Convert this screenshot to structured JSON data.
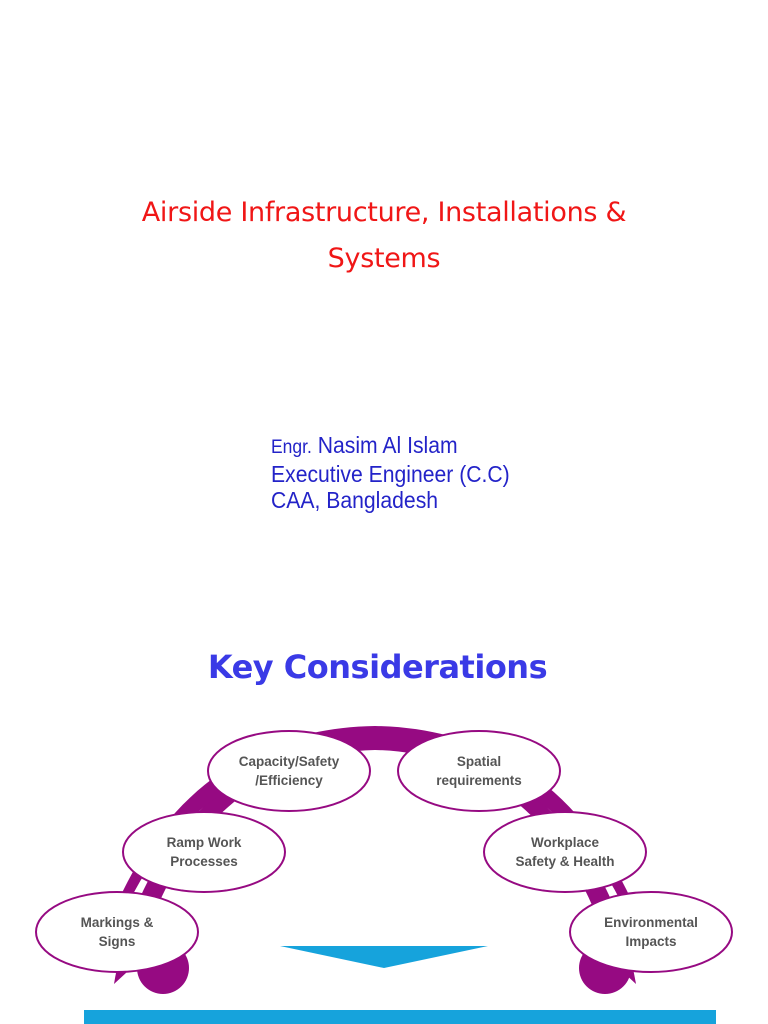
{
  "slide1": {
    "title_line1": "Airside Infrastructure, Installations &",
    "title_line2": "Systems",
    "author_prefix": "Engr.",
    "author_name": "Nasim Al Islam",
    "author_role": "Executive Engineer (C.C)",
    "author_org": "CAA, Bangladesh",
    "title_color": "#f01616",
    "author_color": "#2323c8"
  },
  "slide2": {
    "title": "Key Considerations",
    "title_color": "#3a3ae6",
    "arc_color": "#960a82",
    "arrow_color": "#16a3dc",
    "nodes": [
      {
        "line1": "Markings &",
        "line2": "Signs"
      },
      {
        "line1": "Ramp Work",
        "line2": "Processes"
      },
      {
        "line1": "Capacity/Safety",
        "line2": "/Efficiency"
      },
      {
        "line1": "Spatial",
        "line2": "requirements"
      },
      {
        "line1": "Workplace",
        "line2": "Safety & Health"
      },
      {
        "line1": "Environmental",
        "line2": "Impacts"
      }
    ]
  }
}
